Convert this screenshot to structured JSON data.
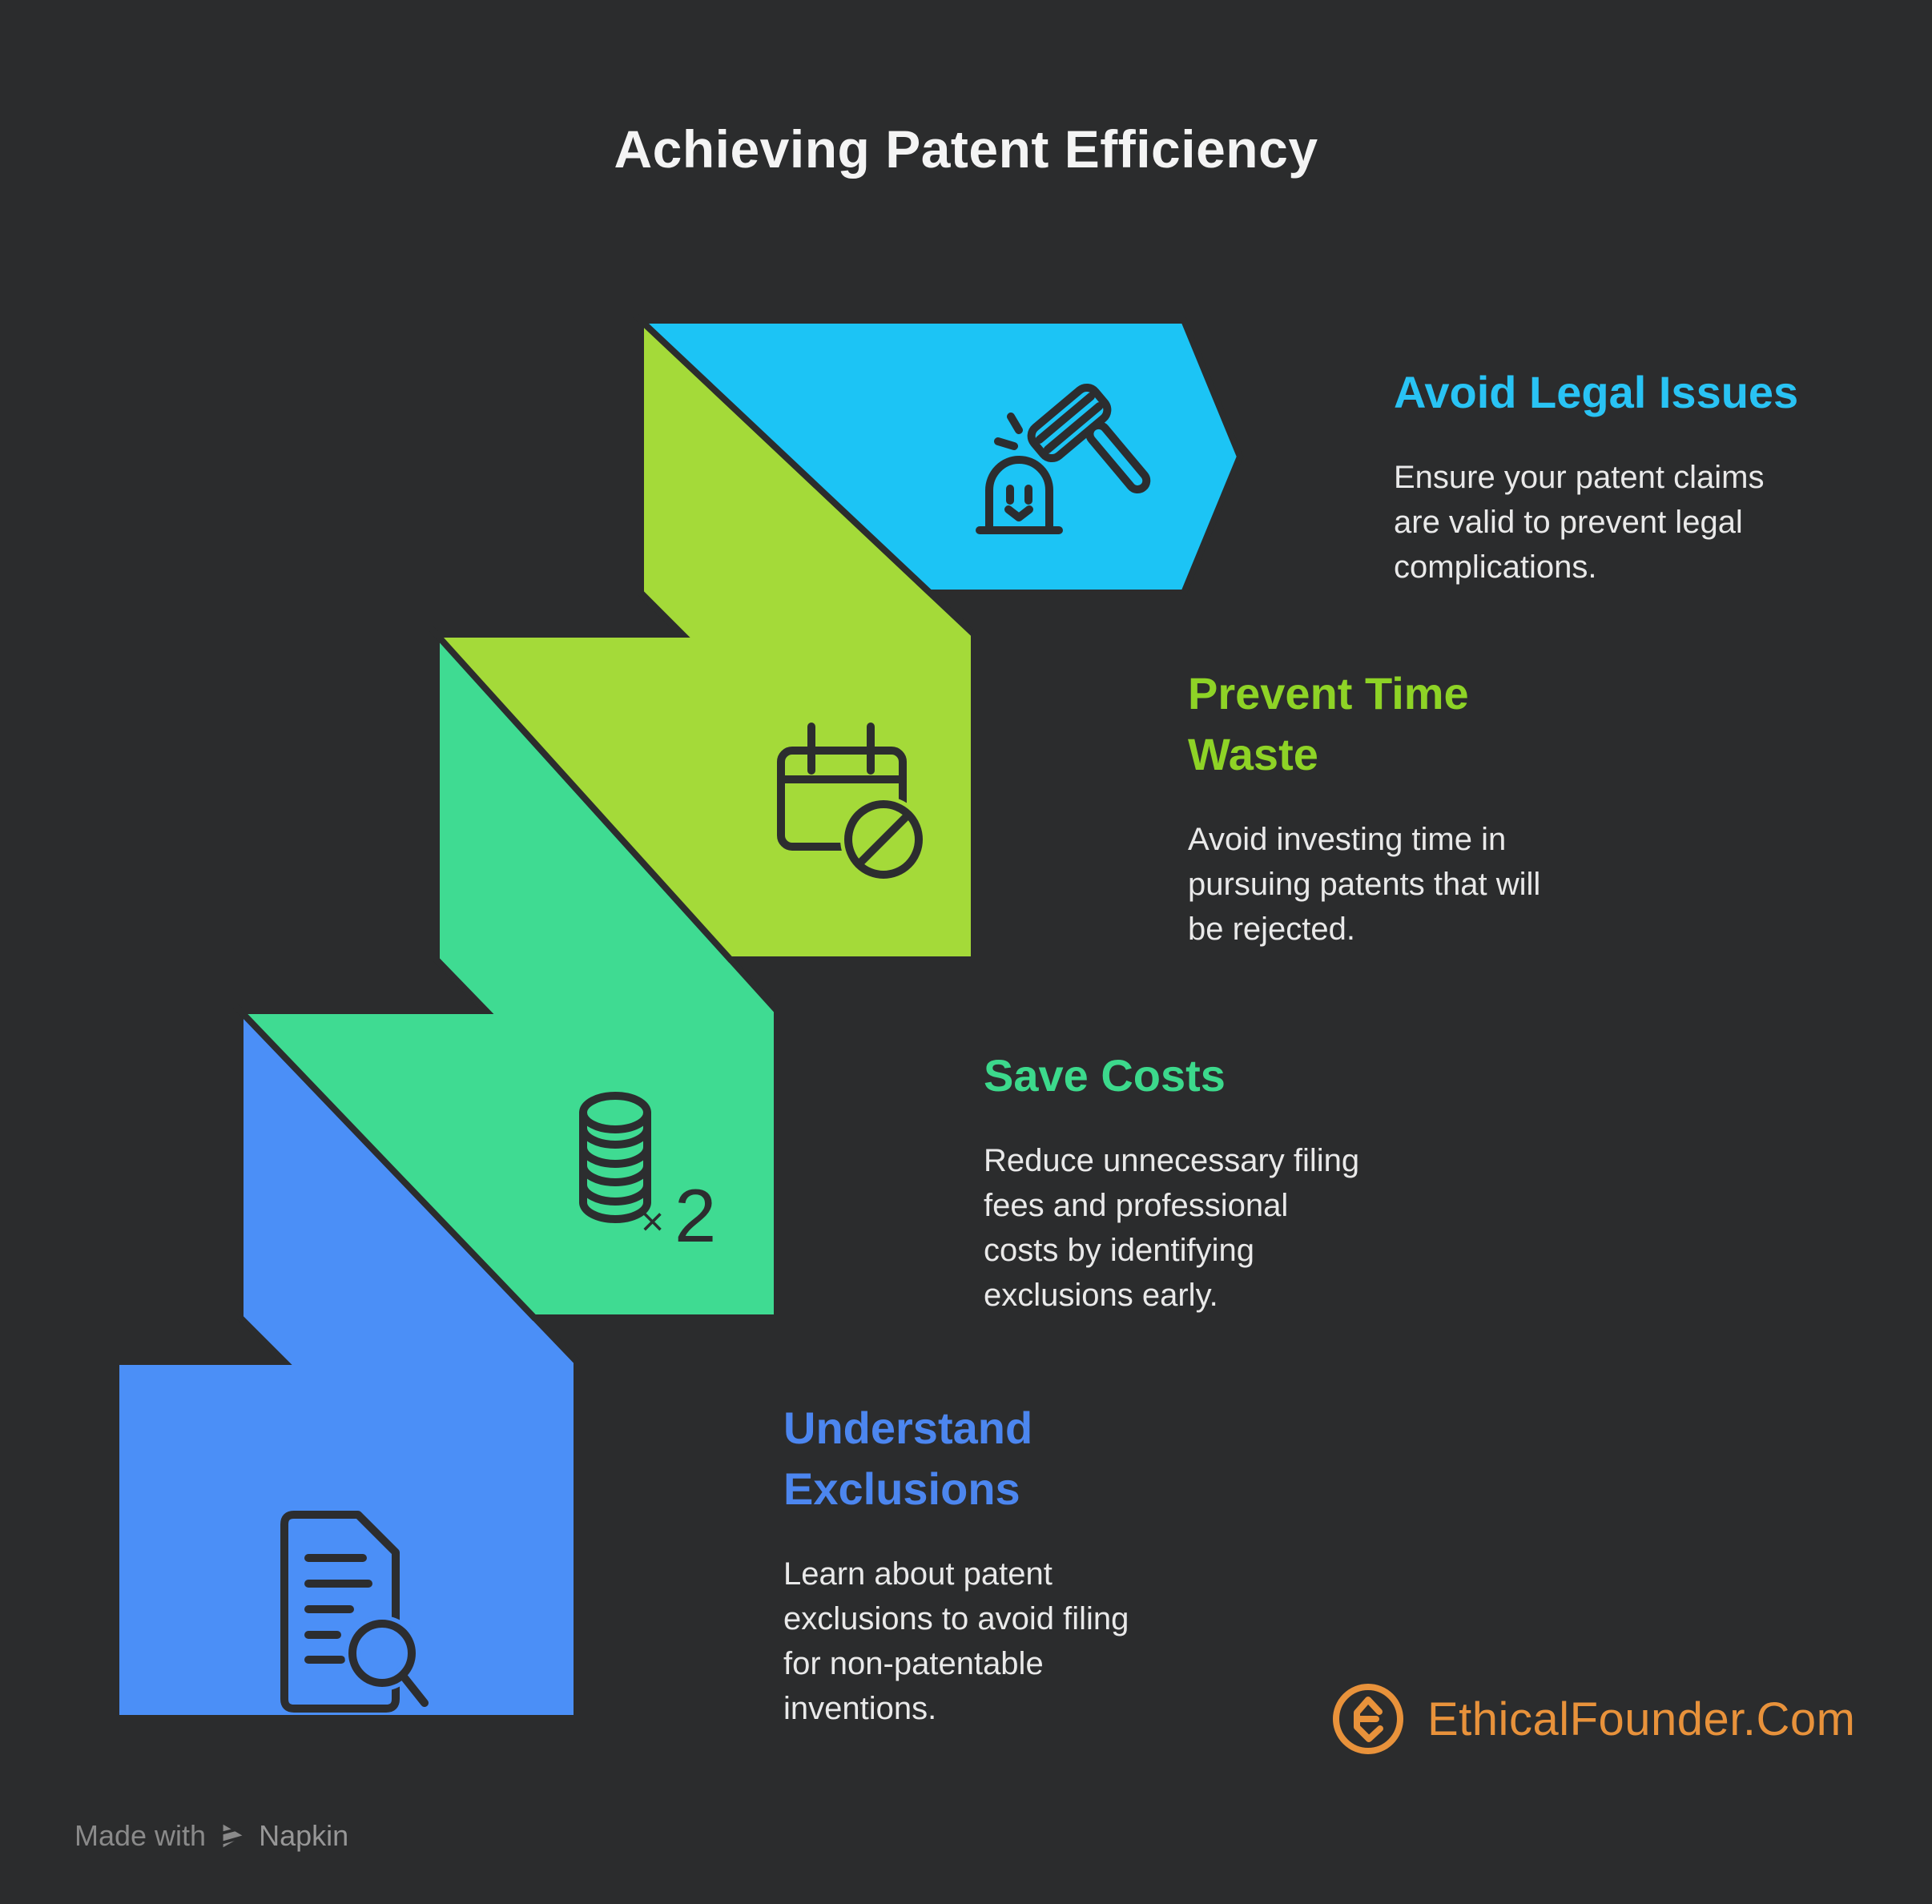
{
  "title": "Achieving Patent Efficiency",
  "background_color": "#2b2c2d",
  "steps": [
    {
      "name": "avoid-legal-issues",
      "heading": "Avoid Legal Issues",
      "body": "Ensure your patent claims\nare valid to prevent legal\ncomplications.",
      "heading_color": "#29c3f4",
      "shape_color": "#1cc4f5",
      "icon": "gavel"
    },
    {
      "name": "prevent-time-waste",
      "heading": "Prevent Time\nWaste",
      "body": "Avoid investing time in\npursuing patents that will\nbe rejected.",
      "heading_color": "#8ed326",
      "shape_color": "#a4da39",
      "icon": "calendar-blocked"
    },
    {
      "name": "save-costs",
      "heading": "Save Costs",
      "body": "Reduce unnecessary filing\nfees and professional\ncosts by identifying\nexclusions early.",
      "heading_color": "#3cd98c",
      "shape_color": "#3fdb92",
      "icon": "coins-x2",
      "icon_multiplier_sign": "×",
      "icon_multiplier_value": "2"
    },
    {
      "name": "understand-exclusions",
      "heading": "Understand\nExclusions",
      "body": "Learn about patent\nexclusions to avoid filing\nfor non-patentable\ninventions.",
      "heading_color": "#4c86ef",
      "shape_color": "#4b8ff7",
      "icon": "document-search"
    }
  ],
  "footer": {
    "brand": "EthicalFounder.Com",
    "brand_color": "#e8923b",
    "credit_prefix": "Made with",
    "credit_brand": "Napkin"
  }
}
